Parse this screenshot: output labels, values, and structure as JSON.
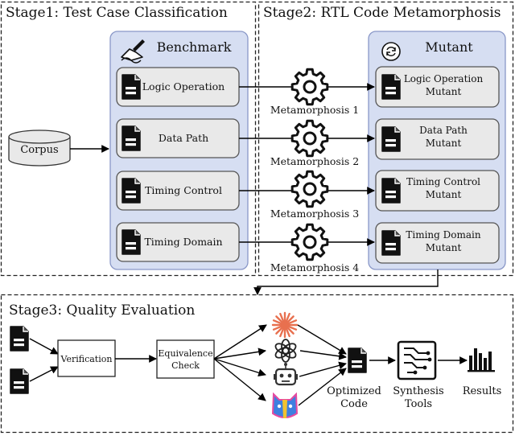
{
  "stage1": {
    "title": "Stage1: Test Case Classification",
    "corpus": "Corpus",
    "benchmark_title": "Benchmark",
    "items": [
      "Logic Operation",
      "Data Path",
      "Timing Control",
      "Timing Domain"
    ]
  },
  "stage2": {
    "title": "Stage2: RTL Code Metamorphosis",
    "mutant_title": "Mutant",
    "metamorphoses": [
      "Metamorphosis 1",
      "Metamorphosis 2",
      "Metamorphosis 3",
      "Metamorphosis 4"
    ],
    "mutants": [
      [
        "Logic Operation",
        "Mutant"
      ],
      [
        "Data Path",
        "Mutant"
      ],
      [
        "Timing Control",
        "Mutant"
      ],
      [
        "Timing Domain",
        "Mutant"
      ]
    ]
  },
  "stage3": {
    "title": "Stage3: Quality Evaluation",
    "verification": "Verification",
    "equivalence": [
      "Equivalence",
      "Check"
    ],
    "optimized": [
      "Optimized",
      "Code"
    ],
    "synthesis": [
      "Synthesis",
      "Tools"
    ],
    "results": "Results"
  },
  "colors": {
    "panel_fill": "#d6def2",
    "panel_stroke": "#8a98c8",
    "item_fill": "#e9e9e9",
    "item_stroke": "#555555",
    "claude": "#e8704f",
    "robot_border": "#333333",
    "cat_pink": "#e64aa0",
    "cat_blue": "#3d7fe0",
    "cat_yellow": "#f2c230"
  }
}
